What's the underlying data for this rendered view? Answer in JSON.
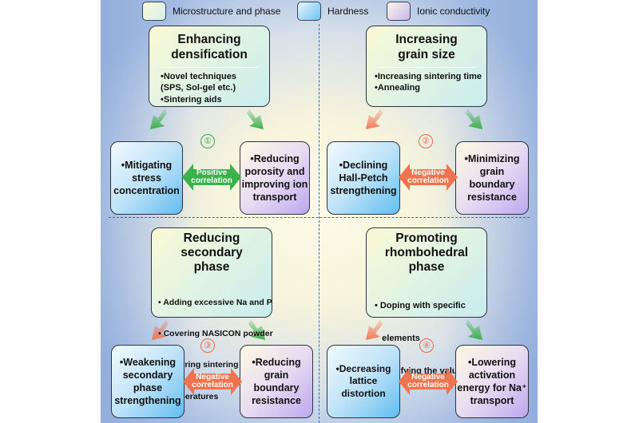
{
  "legend": [
    {
      "label": "Microstructure and phase",
      "swatch": "micro"
    },
    {
      "label": "Hardness",
      "swatch": "hardness"
    },
    {
      "label": "Ionic conductivity",
      "swatch": "ionic"
    }
  ],
  "colors": {
    "positive_arrow": "#3cb04a",
    "negative_arrow": "#f0734f",
    "divider": "#3d6aa8",
    "hardness_box": "#62bdf0",
    "ionic_box": "#bba8ee",
    "micro_box": "#e3f4e2"
  },
  "quadrants": [
    {
      "number": "①",
      "number_color": "green",
      "main": {
        "title_lines": [
          "Enhancing",
          "densification"
        ],
        "bullets": [
          "•Novel techniques",
          "(SPS, Sol-gel etc.)",
          "•Sintering aids"
        ]
      },
      "left_effect": {
        "lines": [
          "•Mitigating",
          "stress",
          "concentration"
        ],
        "category": "hardness"
      },
      "right_effect": {
        "lines": [
          "•Reducing",
          "porosity and",
          "improving ion",
          "transport"
        ],
        "category": "ionic"
      },
      "correlation": {
        "line1": "Positive",
        "line2": "correlation",
        "type": "positive"
      },
      "left_arrow": "positive",
      "right_arrow": "positive"
    },
    {
      "number": "②",
      "number_color": "red",
      "main": {
        "title_lines": [
          "Increasing",
          "grain size"
        ],
        "bullets": [
          "•Increasing sintering time",
          "•Annealing"
        ]
      },
      "left_effect": {
        "lines": [
          "•Declining",
          "Hall-Petch",
          "strengthening"
        ],
        "category": "hardness"
      },
      "right_effect": {
        "lines": [
          "•Minimizing",
          "grain boundary",
          "resistance"
        ],
        "category": "ionic"
      },
      "correlation": {
        "line1": "Negative",
        "line2": "correlation",
        "type": "negative"
      },
      "left_arrow": "negative",
      "right_arrow": "positive"
    },
    {
      "number": "③",
      "number_color": "red",
      "main": {
        "title_lines": [
          "Reducing",
          "secondary",
          "phase"
        ],
        "bullets": [
          "• Adding excessive Na and P",
          "• Covering NASICON powder",
          "• Lowering sintering",
          "   temperatures"
        ]
      },
      "left_effect": {
        "lines": [
          "•Weakening",
          "secondary",
          "phase",
          "strengthening"
        ],
        "category": "hardness"
      },
      "right_effect": {
        "lines": [
          "•Reducing",
          "grain boundary",
          "resistance"
        ],
        "category": "ionic"
      },
      "correlation": {
        "line1": "Negative",
        "line2": "correlation",
        "type": "negative"
      },
      "left_arrow": "negative",
      "right_arrow": "positive"
    },
    {
      "number": "④",
      "number_color": "red",
      "main": {
        "title_lines": [
          "Promoting",
          "rhombohedral",
          "phase"
        ],
        "bullets": [
          "• Doping with specific",
          "   elements",
          "• Modifying the value of x"
        ]
      },
      "left_effect": {
        "lines": [
          "•Decreasing",
          "lattice distortion"
        ],
        "category": "hardness"
      },
      "right_effect": {
        "lines": [
          "•Lowering",
          "activation",
          "energy for Na⁺",
          "transport"
        ],
        "category": "ionic"
      },
      "correlation": {
        "line1": "Negative",
        "line2": "correlation",
        "type": "negative"
      },
      "left_arrow": "negative",
      "right_arrow": "positive"
    }
  ]
}
